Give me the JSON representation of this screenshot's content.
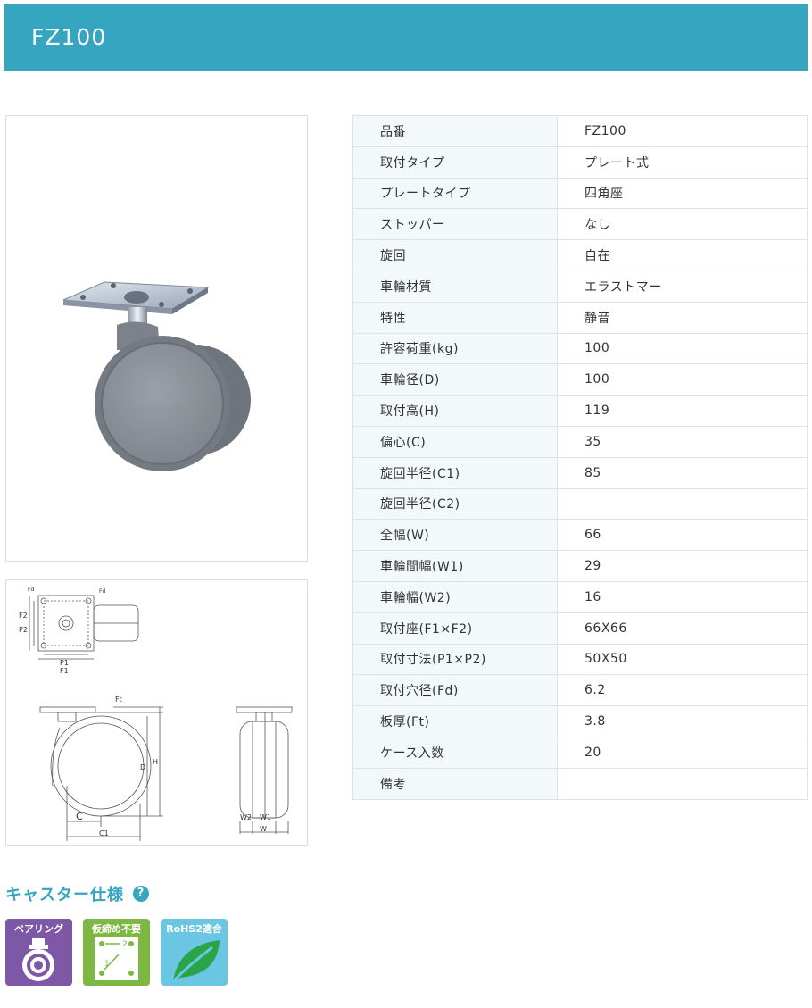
{
  "header": {
    "title": "FZ100"
  },
  "drawing": {
    "fd": "Fd",
    "f2": "F2",
    "p2": "P2",
    "p1": "P1",
    "f1": "F1",
    "ft": "Ft",
    "d": "D",
    "h": "H",
    "c": "C",
    "c1": "C1",
    "w2": "W2",
    "w1": "W1",
    "w": "W"
  },
  "specs": [
    {
      "key": "品番",
      "value": "FZ100"
    },
    {
      "key": "取付タイプ",
      "value": "プレート式"
    },
    {
      "key": "プレートタイプ",
      "value": "四角座"
    },
    {
      "key": "ストッパー",
      "value": "なし"
    },
    {
      "key": "旋回",
      "value": "自在"
    },
    {
      "key": "車輪材質",
      "value": "エラストマー"
    },
    {
      "key": "特性",
      "value": "静音"
    },
    {
      "key": "許容荷重(kg)",
      "value": "100"
    },
    {
      "key": "車輪径(D)",
      "value": "100"
    },
    {
      "key": "取付高(H)",
      "value": "119"
    },
    {
      "key": "偏心(C)",
      "value": "35"
    },
    {
      "key": "旋回半径(C1)",
      "value": "85"
    },
    {
      "key": "旋回半径(C2)",
      "value": ""
    },
    {
      "key": "全幅(W)",
      "value": "66"
    },
    {
      "key": "車輪間幅(W1)",
      "value": "29"
    },
    {
      "key": "車輪幅(W2)",
      "value": "16"
    },
    {
      "key": "取付座(F1×F2)",
      "value": "66X66"
    },
    {
      "key": "取付寸法(P1×P2)",
      "value": "50X50"
    },
    {
      "key": "取付穴径(Fd)",
      "value": "6.2"
    },
    {
      "key": "板厚(Ft)",
      "value": "3.8"
    },
    {
      "key": "ケース入数",
      "value": "20"
    },
    {
      "key": "備考",
      "value": ""
    }
  ],
  "section": {
    "title": "キャスター仕様",
    "help": "?"
  },
  "badges": [
    {
      "label": "ベアリング",
      "color": "#7e57a6"
    },
    {
      "label": "仮締め不要",
      "color": "#7cb842"
    },
    {
      "label": "RoHS2適合",
      "color": "#6ac6e2"
    }
  ],
  "badge_marks": {
    "tool_num1": "1",
    "tool_num2": "2"
  }
}
